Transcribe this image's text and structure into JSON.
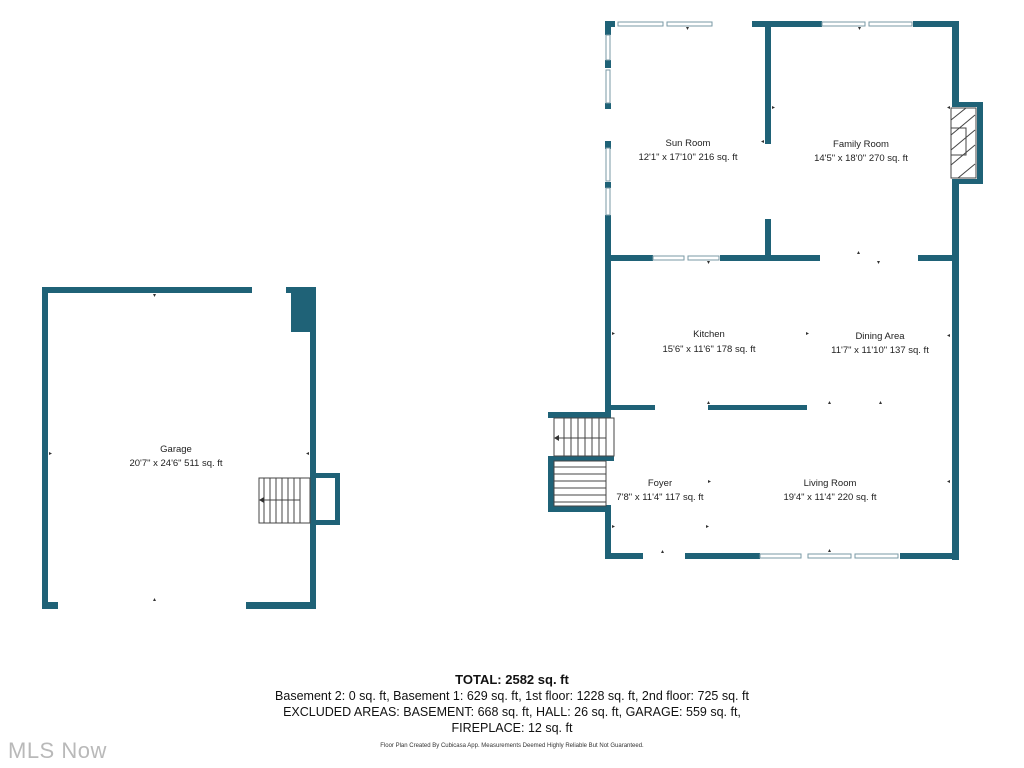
{
  "rooms": {
    "garage": {
      "name": "Garage",
      "size": "20'7\" x 24'6\" 511 sq. ft"
    },
    "sun_room": {
      "name": "Sun Room",
      "size": "12'1\" x 17'10\" 216 sq. ft"
    },
    "family_room": {
      "name": "Family Room",
      "size": "14'5\" x 18'0\" 270 sq. ft"
    },
    "kitchen": {
      "name": "Kitchen",
      "size": "15'6\" x 11'6\" 178 sq. ft"
    },
    "dining_area": {
      "name": "Dining Area",
      "size": "11'7\" x 11'10\" 137 sq. ft"
    },
    "foyer": {
      "name": "Foyer",
      "size": "7'8\" x 11'4\" 117 sq. ft"
    },
    "living_room": {
      "name": "Living Room",
      "size": "19'4\" x 11'4\" 220 sq. ft"
    }
  },
  "summary": {
    "total": "TOTAL: 2582 sq. ft",
    "line1": "Basement 2: 0 sq. ft, Basement 1: 629 sq. ft, 1st floor: 1228 sq. ft, 2nd floor: 725 sq. ft",
    "line2": "EXCLUDED AREAS: BASEMENT: 668 sq. ft, HALL: 26 sq. ft, GARAGE: 559 sq. ft,",
    "line3": "FIREPLACE: 12 sq. ft"
  },
  "credit": "Floor Plan Created By Cubicasa App. Measurements Deemed Highly Reliable But Not Guaranteed.",
  "logo": "MLS Now",
  "colors": {
    "wall": "#1f6277",
    "logo": "#b9b9b9"
  }
}
